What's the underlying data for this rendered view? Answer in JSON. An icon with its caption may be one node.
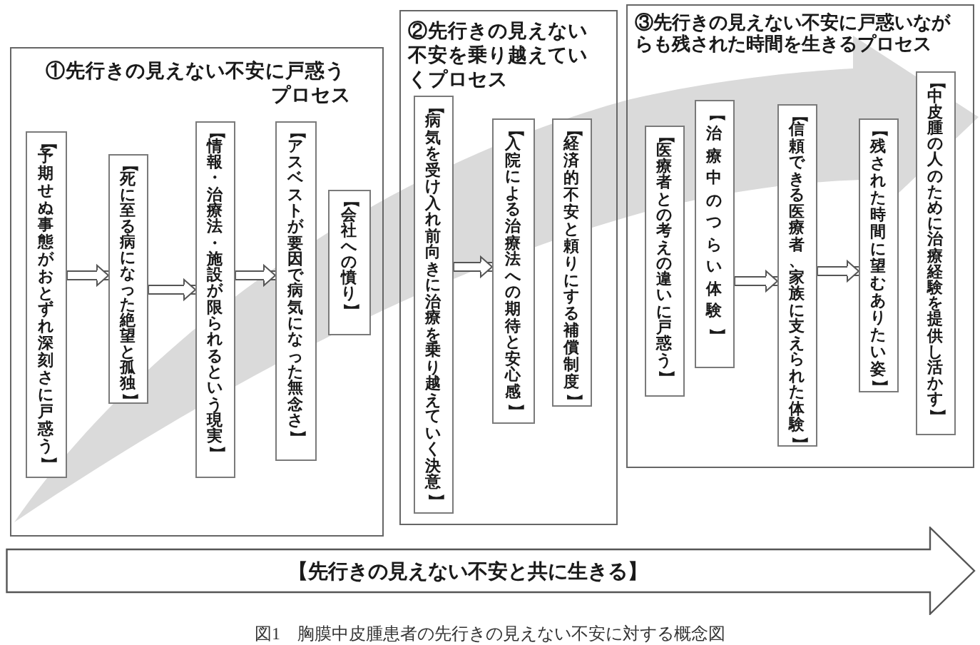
{
  "diagram": {
    "caption": "図1　胸膜中皮腫患者の先行きの見えない不安に対する概念図",
    "nodes": [
      {
        "text": [
          "①先行きの見えない不安に戸惑うプロセス"
        ]
      },
      {
        "text": [
          "【予期せぬ事態がおとずれ深刻さに戸惑う】"
        ],
        "in": 0
      },
      {
        "text": [
          "【死に至る病になった絶望と孤独】"
        ],
        "in": 0
      },
      {
        "text": [
          "【情報・治療法・施設が限られるという現実】"
        ],
        "in": 0
      },
      {
        "text": [
          "【アスベストが要因で病気になった無念さ】"
        ],
        "in": 0
      },
      {
        "text": [
          "【会社への憤り】"
        ],
        "in": 0
      },
      {
        "text": [
          "②先行きの見えない不安を乗り越えていくプロセス"
        ]
      },
      {
        "text": [
          "【病気を受け入れ前向きに治療を乗り越えていく決意】"
        ],
        "in": 6
      },
      {
        "text": [
          "【入院による治療法への期待と安心感】"
        ],
        "in": 6
      },
      {
        "text": [
          "【経済的不安と頼りにする補償制度】"
        ],
        "in": 6
      },
      {
        "text": [
          "③先行きの見えない不安に戸惑いながらも残された時間を生きるプロセス"
        ]
      },
      {
        "text": [
          "【医療者との考えの違いに戸惑う】"
        ],
        "in": 10
      },
      {
        "text": [
          "【治療中のつらい体験】"
        ],
        "in": 10
      },
      {
        "text": [
          "【信頼できる医療者、家族に支えられた体験】"
        ],
        "in": 10
      },
      {
        "text": [
          "【残された時間に望むありたい姿】"
        ],
        "in": 10
      },
      {
        "text": [
          "【中皮腫の人のために治療経験を提供し活かす】"
        ],
        "in": 10
      },
      {
        "text": [
          "【先行きの見えない不安と共に生きる】"
        ]
      }
    ],
    "edges": [
      {
        "from": 1,
        "to": 2,
        "arrow": "to"
      },
      {
        "from": 2,
        "to": 3,
        "arrow": "to"
      },
      {
        "from": 3,
        "to": 4,
        "arrow": "to"
      },
      {
        "from": 7,
        "to": 8,
        "arrow": "to"
      },
      {
        "from": 12,
        "to": 13,
        "arrow": "to"
      },
      {
        "from": 13,
        "to": 14,
        "arrow": "to"
      }
    ]
  }
}
